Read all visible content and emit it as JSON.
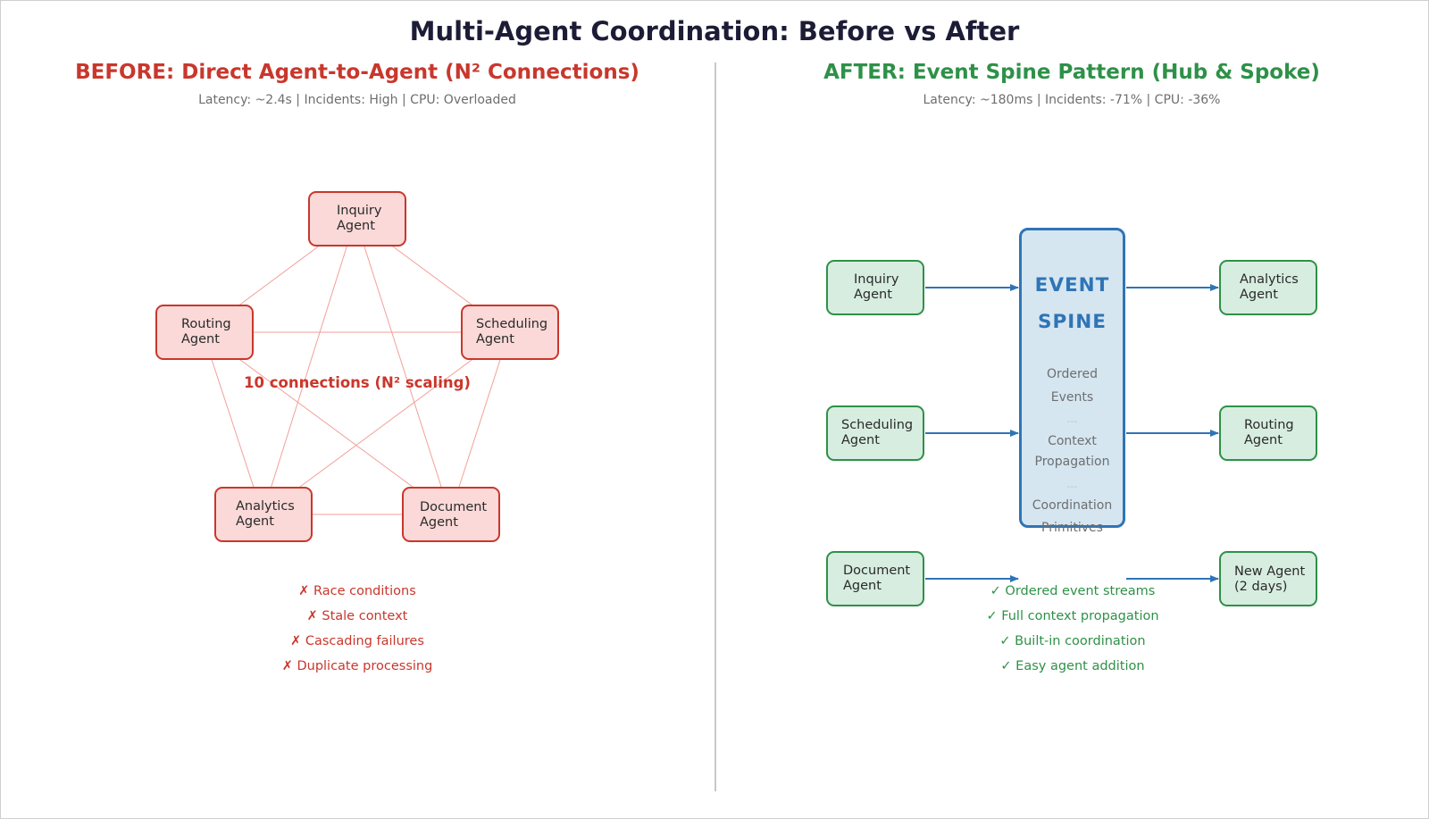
{
  "title": "Multi-Agent Coordination: Before vs After",
  "before": {
    "heading": "BEFORE: Direct Agent-to-Agent (N² Connections)",
    "metrics": "Latency: ~2.4s  |  Incidents: High  |  CPU: Overloaded",
    "agents": [
      {
        "line1": "Inquiry",
        "line2": "Agent"
      },
      {
        "line1": "Routing",
        "line2": "Agent"
      },
      {
        "line1": "Scheduling",
        "line2": "Agent"
      },
      {
        "line1": "Analytics",
        "line2": "Agent"
      },
      {
        "line1": "Document",
        "line2": "Agent"
      }
    ],
    "connections_label": "10 connections (N² scaling)",
    "problems": [
      "✗ Race conditions",
      "✗ Stale context",
      "✗ Cascading failures",
      "✗ Duplicate processing"
    ]
  },
  "after": {
    "heading": "AFTER: Event Spine Pattern (Hub & Spoke)",
    "metrics": "Latency: ~180ms  |  Incidents: -71%  |  CPU: -36%",
    "spine": {
      "line1": "EVENT",
      "line2": "SPINE",
      "features": [
        "Ordered",
        "Events",
        "Context",
        "Propagation",
        "Coordination",
        "Primitives"
      ],
      "separator": "---"
    },
    "producers": [
      {
        "line1": "Inquiry",
        "line2": "Agent"
      },
      {
        "line1": "Scheduling",
        "line2": "Agent"
      },
      {
        "line1": "Document",
        "line2": "Agent"
      }
    ],
    "consumers": [
      {
        "line1": "Analytics",
        "line2": "Agent"
      },
      {
        "line1": "Routing",
        "line2": "Agent"
      },
      {
        "line1": "New Agent",
        "line2": "(2 days)"
      }
    ],
    "benefits": [
      "✓ Ordered event streams",
      "✓ Full context propagation",
      "✓ Built-in coordination",
      "✓ Easy agent addition"
    ]
  },
  "colors": {
    "before_accent": "#c9372c",
    "before_fill": "#fad9d8",
    "after_accent": "#2e9148",
    "after_fill": "#d7ede0",
    "spine_accent": "#2f74b6",
    "spine_fill": "#d5e6f1",
    "edge": "#f2a09a"
  }
}
